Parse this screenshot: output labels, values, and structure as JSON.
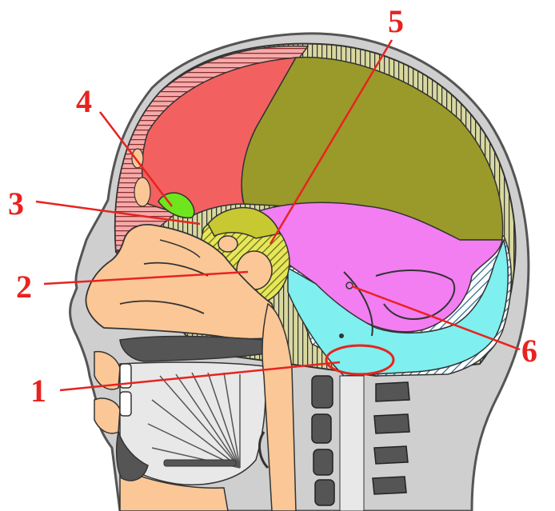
{
  "labels": [
    {
      "id": "1",
      "text": "1"
    },
    {
      "id": "2",
      "text": "2"
    },
    {
      "id": "3",
      "text": "3"
    },
    {
      "id": "4",
      "text": "4"
    },
    {
      "id": "5",
      "text": "5"
    },
    {
      "id": "6",
      "text": "6"
    }
  ],
  "colors": {
    "label_red": "#e8231f",
    "skin": "#c8c8c8",
    "skull_outline": "#555555",
    "frontal_red": "#f26060",
    "olive": "#9a9a2a",
    "magenta": "#f27ef2",
    "cyan": "#7fefef",
    "face_tan": "#fbc796",
    "green": "#6ee61e",
    "yellow_green": "#c8c832",
    "dark_gray": "#555555"
  }
}
